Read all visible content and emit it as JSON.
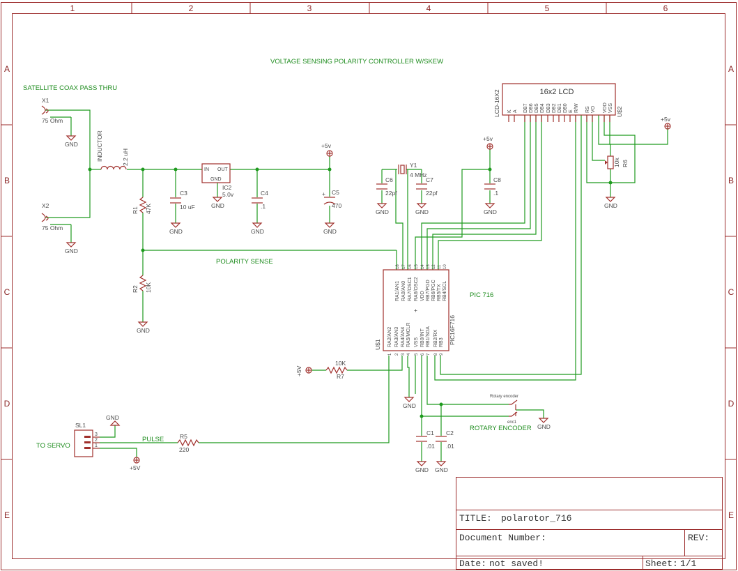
{
  "frame": {
    "columns": [
      "1",
      "2",
      "3",
      "4",
      "5",
      "6"
    ],
    "rows": [
      "A",
      "B",
      "C",
      "D",
      "E"
    ]
  },
  "notes": {
    "title_note": "VOLTAGE SENSING POLARITY CONTROLLER W/SKEW",
    "coax_note": "SATELLITE COAX PASS THRU",
    "servo_note": "TO SERVO",
    "polarity_sense": "POLARITY SENSE",
    "pic_note": "PIC 716",
    "rotary_encoder": "ROTARY ENCODER",
    "pulse": "PULSE"
  },
  "parts": {
    "x1": {
      "name": "X1",
      "value": "75 Ohm"
    },
    "x2": {
      "name": "X2",
      "value": "75 Ohm"
    },
    "inductor": {
      "name": "INDUCTOR",
      "value": "2.2 uH"
    },
    "r1": {
      "name": "R1",
      "value": "47K"
    },
    "r2": {
      "name": "R2",
      "value": "10K"
    },
    "c3": {
      "name": "C3",
      "value": "10 uF"
    },
    "ic2": {
      "name": "IC2",
      "value": "5.0v",
      "pin_in": "IN",
      "pin_out": "OUT",
      "pin_gnd": "GND"
    },
    "c4": {
      "name": "C4",
      "value": ".1"
    },
    "c5": {
      "name": "C5",
      "value": "470"
    },
    "c6": {
      "name": "C6",
      "value": "22pf"
    },
    "c7": {
      "name": "C7",
      "value": "22pf"
    },
    "y1": {
      "name": "Y1",
      "value": "4 MHz"
    },
    "c8": {
      "name": "C8",
      "value": ".1"
    },
    "r6": {
      "name": "R6",
      "value": "10k"
    },
    "r7": {
      "name": "R7",
      "value": "10K"
    },
    "r5": {
      "name": "R5",
      "value": "220"
    },
    "c1": {
      "name": "C1",
      "value": ".01"
    },
    "c2": {
      "name": "C2",
      "value": ".01"
    },
    "sl1": {
      "name": "SL1",
      "pins": [
        "3",
        "2",
        "1"
      ]
    },
    "u1": {
      "name": "U$1",
      "part": "PIC16F716"
    },
    "u2": {
      "name": "U$2",
      "part": "LCD-16X2"
    },
    "encoder_label": "Rotary encoder",
    "encoder_sub": "enc1"
  },
  "lcd": {
    "title": "16x2 LCD",
    "pins": [
      "K",
      "A",
      "DB7",
      "DB6",
      "DB5",
      "DB4",
      "DB3",
      "DB2",
      "DB1",
      "DB0",
      "E",
      "R/W",
      "RS",
      "VO",
      "VDD",
      "VSS"
    ]
  },
  "pic": {
    "top_pins": [
      "18",
      "17",
      "16",
      "15",
      "14",
      "13",
      "12",
      "11",
      "10"
    ],
    "top_labels": [
      "RA1/AN1",
      "RA0/AN0",
      "RA7/OSC1",
      "RA6/OSC2",
      "VDD",
      "RB7/PGD",
      "RB6/PGC",
      "RB5/TX",
      "RB4/SCL"
    ],
    "bottom_pins": [
      "1",
      "2",
      "3",
      "4",
      "5",
      "6",
      "7",
      "8",
      "9"
    ],
    "bottom_labels": [
      "RA2/AN2",
      "RA3/AN3",
      "RA4/AN4",
      "RA5/MCLR",
      "VSS",
      "RB0/INT",
      "RB1/SDA",
      "RB2/RX",
      "RB3"
    ]
  },
  "supplies": {
    "gnd": "GND",
    "plus5": "+5v",
    "plus5_r7": "+5V",
    "plus5_servo": "+5V"
  },
  "titleblock": {
    "title_label": "TITLE:",
    "title_value": "polarotor_716",
    "docnum_label": "Document Number:",
    "rev_label": "REV:",
    "date_label": "Date:",
    "date_value": "not saved!",
    "sheet_label": "Sheet:",
    "sheet_value": "1/1"
  }
}
